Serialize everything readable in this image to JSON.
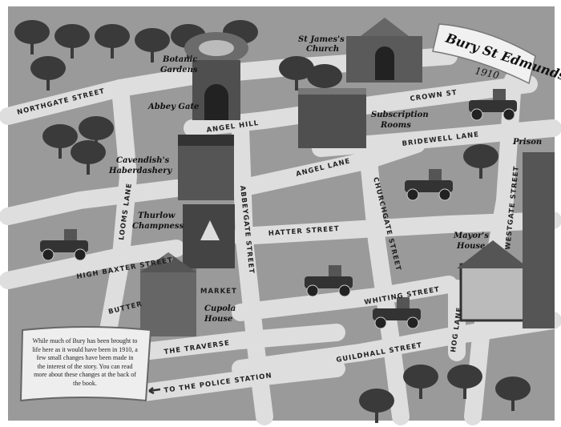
{
  "title": {
    "name": "Bury St Edmunds",
    "year": "1910"
  },
  "streets": {
    "northgate": "NORTHGATE STREET",
    "angel_hill": "ANGEL HILL",
    "crown": "CROWN ST",
    "bridewell": "BRIDEWELL LANE",
    "angel_lane": "ANGEL LANE",
    "looms": "LOOMS LANE",
    "abbeygate": "ABBEYGATE STREET",
    "hatter": "HATTER STREET",
    "churchgate": "CHURCHGATE STREET",
    "westgate": "WESTGATE STREET",
    "high_baxter": "HIGH BAXTER STREET",
    "market": "MARKET",
    "butter": "BUTTER",
    "whiting": "WHITING STREET",
    "hog": "HOG LANE",
    "traverse": "THE TRAVERSE",
    "guildhall": "GUILDHALL STREET",
    "police": "TO THE POLICE STATION"
  },
  "places": {
    "botanic_1": "Botanic",
    "botanic_2": "Gardens",
    "st_james_1": "St James's",
    "st_james_2": "Church",
    "abbey_gate": "Abbey Gate",
    "subscription_1": "Subscription",
    "subscription_2": "Rooms",
    "prison": "Prison",
    "cavendish_1": "Cavendish's",
    "cavendish_2": "Haberdashery",
    "thurlow_1": "Thurlow",
    "thurlow_2": "Champness",
    "mayor_1": "Mayor's",
    "mayor_2": "House",
    "cupola_1": "Cupola",
    "cupola_2": "House"
  },
  "note": "While much of Bury has been brought to life here as it would have been in 1910, a few small changes have been made in the interest of the story. You can read more about these changes at the back of the book.",
  "colors": {
    "ground": "#8f8f8f",
    "road": "#dcdcdc",
    "building": "#5a5a5a",
    "tree": "#3a3a3a"
  }
}
